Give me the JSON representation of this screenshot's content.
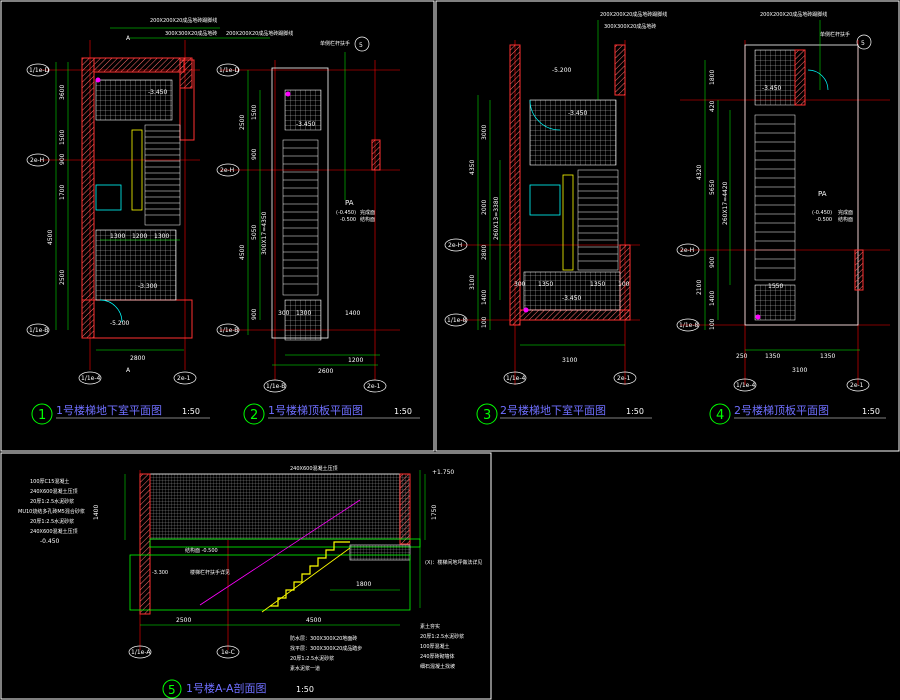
{
  "colors": {
    "background": "#000000",
    "frame": "#ffffff",
    "wall": "#ff2a2a",
    "hatch": "#ff7070",
    "grid": "#ffffff",
    "dim": "#00ff00",
    "axis": "#ff0000",
    "text": "#ffffff",
    "caption": "#6f6fff",
    "stair": "#ffff00",
    "magenta": "#ff00ff",
    "cyan": "#00ffff",
    "circle": "#00ff00"
  },
  "panels": {
    "p1": {
      "caption_num": "1",
      "caption_title": "1号楼梯地下室平面图",
      "caption_scale": "1:50",
      "section_mark": "A",
      "axis_top": "1/1e-D",
      "axis_mid": "2e-H",
      "axis_bot": "1/1e-B",
      "axis_left": "1/1e-4",
      "axis_right": "2e-1",
      "note1": "200X200X20成品地砖踢脚线",
      "note2": "300X300X20成品地砖",
      "lvl1": "-3.450",
      "lvl2": "-3.300",
      "lvl3": "-5.200",
      "dims_left": [
        "3600",
        "1500",
        "900",
        "1700",
        "4500",
        "2500"
      ],
      "dims_bot": [
        "1300",
        "1200",
        "1300"
      ],
      "dim_total": "2800"
    },
    "p2": {
      "caption_num": "2",
      "caption_title": "1号楼梯顶板平面图",
      "caption_scale": "1:50",
      "circle": "5",
      "axis_top": "1/1e-D",
      "axis_mid": "2e-H",
      "axis_bot": "1/1e-B",
      "axis_right": "2e-1",
      "note1": "200X200X20成品地砖踢脚线",
      "note2": "单侧栏杆扶手",
      "pa": "PA",
      "pa_lvl1": "(-0.450)",
      "pa_lvl2": "-0.500",
      "pa_note1": "完成面",
      "pa_note2": "结构面",
      "lvl": "-3.450",
      "dims_left": [
        "2500",
        "1500",
        "900",
        "5050",
        "4500",
        "900"
      ],
      "dim_run": "300X17=4350",
      "dims_bot": [
        "300",
        "1300",
        "1400"
      ],
      "dim_sub": "1200",
      "dim_total": "2600"
    },
    "p3": {
      "caption_num": "3",
      "caption_title": "2号楼梯地下室平面图",
      "caption_scale": "1:50",
      "axis_mid": "2e-H",
      "axis_bot": "1/1e-8",
      "axis_left": "1/1e-4",
      "axis_right": "2e-1",
      "note1": "200X200X20成品地砖踢脚线",
      "note2": "300X300X20成品地砖",
      "lvl1": "-5.200",
      "lvl2": "-3.450",
      "lvl3": "-3.450",
      "dims_left": [
        "4350",
        "3000",
        "2000",
        "2800",
        "3100",
        "1400",
        "100"
      ],
      "dim_run": "260X13=3380",
      "dims_bot": [
        "300",
        "1350",
        "1350",
        "100"
      ],
      "dim_total": "3100"
    },
    "p4": {
      "caption_num": "4",
      "caption_title": "2号楼梯顶板平面图",
      "caption_scale": "1:50",
      "circle": "5",
      "axis_mid": "2e-H",
      "axis_bot": "1/1e-8",
      "axis_left": "1/1e-4",
      "axis_right": "2e-1",
      "note1": "200X200X20成品地砖踢脚线",
      "note2": "单侧栏杆扶手",
      "pa": "PA",
      "pa_lvl1": "(-0.450)",
      "pa_lvl2": "-0.500",
      "pa_note1": "完成面",
      "pa_note2": "结构面",
      "lvl": "-3.450",
      "dims_left": [
        "1800",
        "420",
        "4320",
        "5650",
        "900",
        "2100",
        "1400",
        "100"
      ],
      "dim_run": "260X17=4420",
      "dims_bot": [
        "250",
        "1350",
        "1350"
      ],
      "dim_sub": "1550",
      "dim_total": "3100"
    },
    "p5": {
      "caption_num": "5",
      "caption_title": "1号楼A-A剖面图",
      "caption_scale": "1:50",
      "top_note": "240X600混凝土压顶",
      "lvl_top": "+1.750",
      "left_notes": [
        "100厚C15混凝土",
        "240X600混凝土压顶",
        "20厚1:2.5水泥砂浆",
        "MU10烧结多孔砖M5混合砂浆",
        "20厚1:2.5水泥砂浆",
        "240X600混凝土压顶"
      ],
      "lvl_left": "-0.450",
      "lvl_struct": "结构面 -0.500",
      "note_struct": "-3.300",
      "right_note": "(X)：楼梯间地坪做法详见",
      "mid_note": "楼梯栏杆扶手详见",
      "bottom_notes": [
        "防水层：300X300X20地面砖",
        "找平层：300X300X20成品踏步",
        "20厚1:2.5水泥砂浆",
        "素水泥浆一道"
      ],
      "bottom_right_notes": [
        "素土夯实",
        "20厚1:2.5水泥砂浆",
        "100厚混凝土",
        "240厚砖砌墙体",
        "细石混凝土找坡"
      ],
      "dims": [
        "1750",
        "1400",
        "1800",
        "2500",
        "4500"
      ],
      "axis_left": "1/1e-A",
      "axis_mid": "1e-C"
    }
  }
}
